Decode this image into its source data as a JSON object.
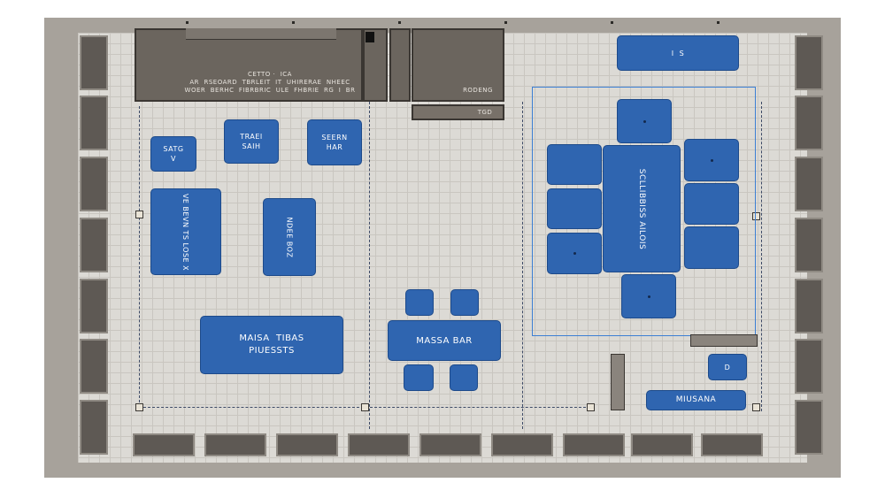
{
  "buildings": {
    "main_label": "CETTO ·  ICA\nAR  RSEOARD  TBRLEIT  IT  UHIRERAE  NHEEC\nWOER  BERHC  FIBRBRIC  ULE  FHBRIE  RG  I  BR",
    "side_label_a": "RODENG",
    "side_label_b": "TGD"
  },
  "booths": {
    "b1": "SATG\nV",
    "b2": "TRAEI\nSAIH",
    "b3": "SEERN\nHAR",
    "b4": "VE  BEVN\nTS  LOSE  X",
    "b5": "NDEE  BOZ",
    "b6": "MAISA  TIBAS\nPIUESSTS",
    "b7": "MASSA BAR",
    "top_right": "I  S",
    "center": "SCLLIBBISS\nAILOIS",
    "small_right": "D",
    "bottom_right": "MIUSANA"
  },
  "colors": {
    "booth": "#2f65b0",
    "booth_border": "#1d4a8a",
    "floor": "#dcdad5",
    "wall": "#a7a29b",
    "zone_outline": "#3c7fd4"
  }
}
